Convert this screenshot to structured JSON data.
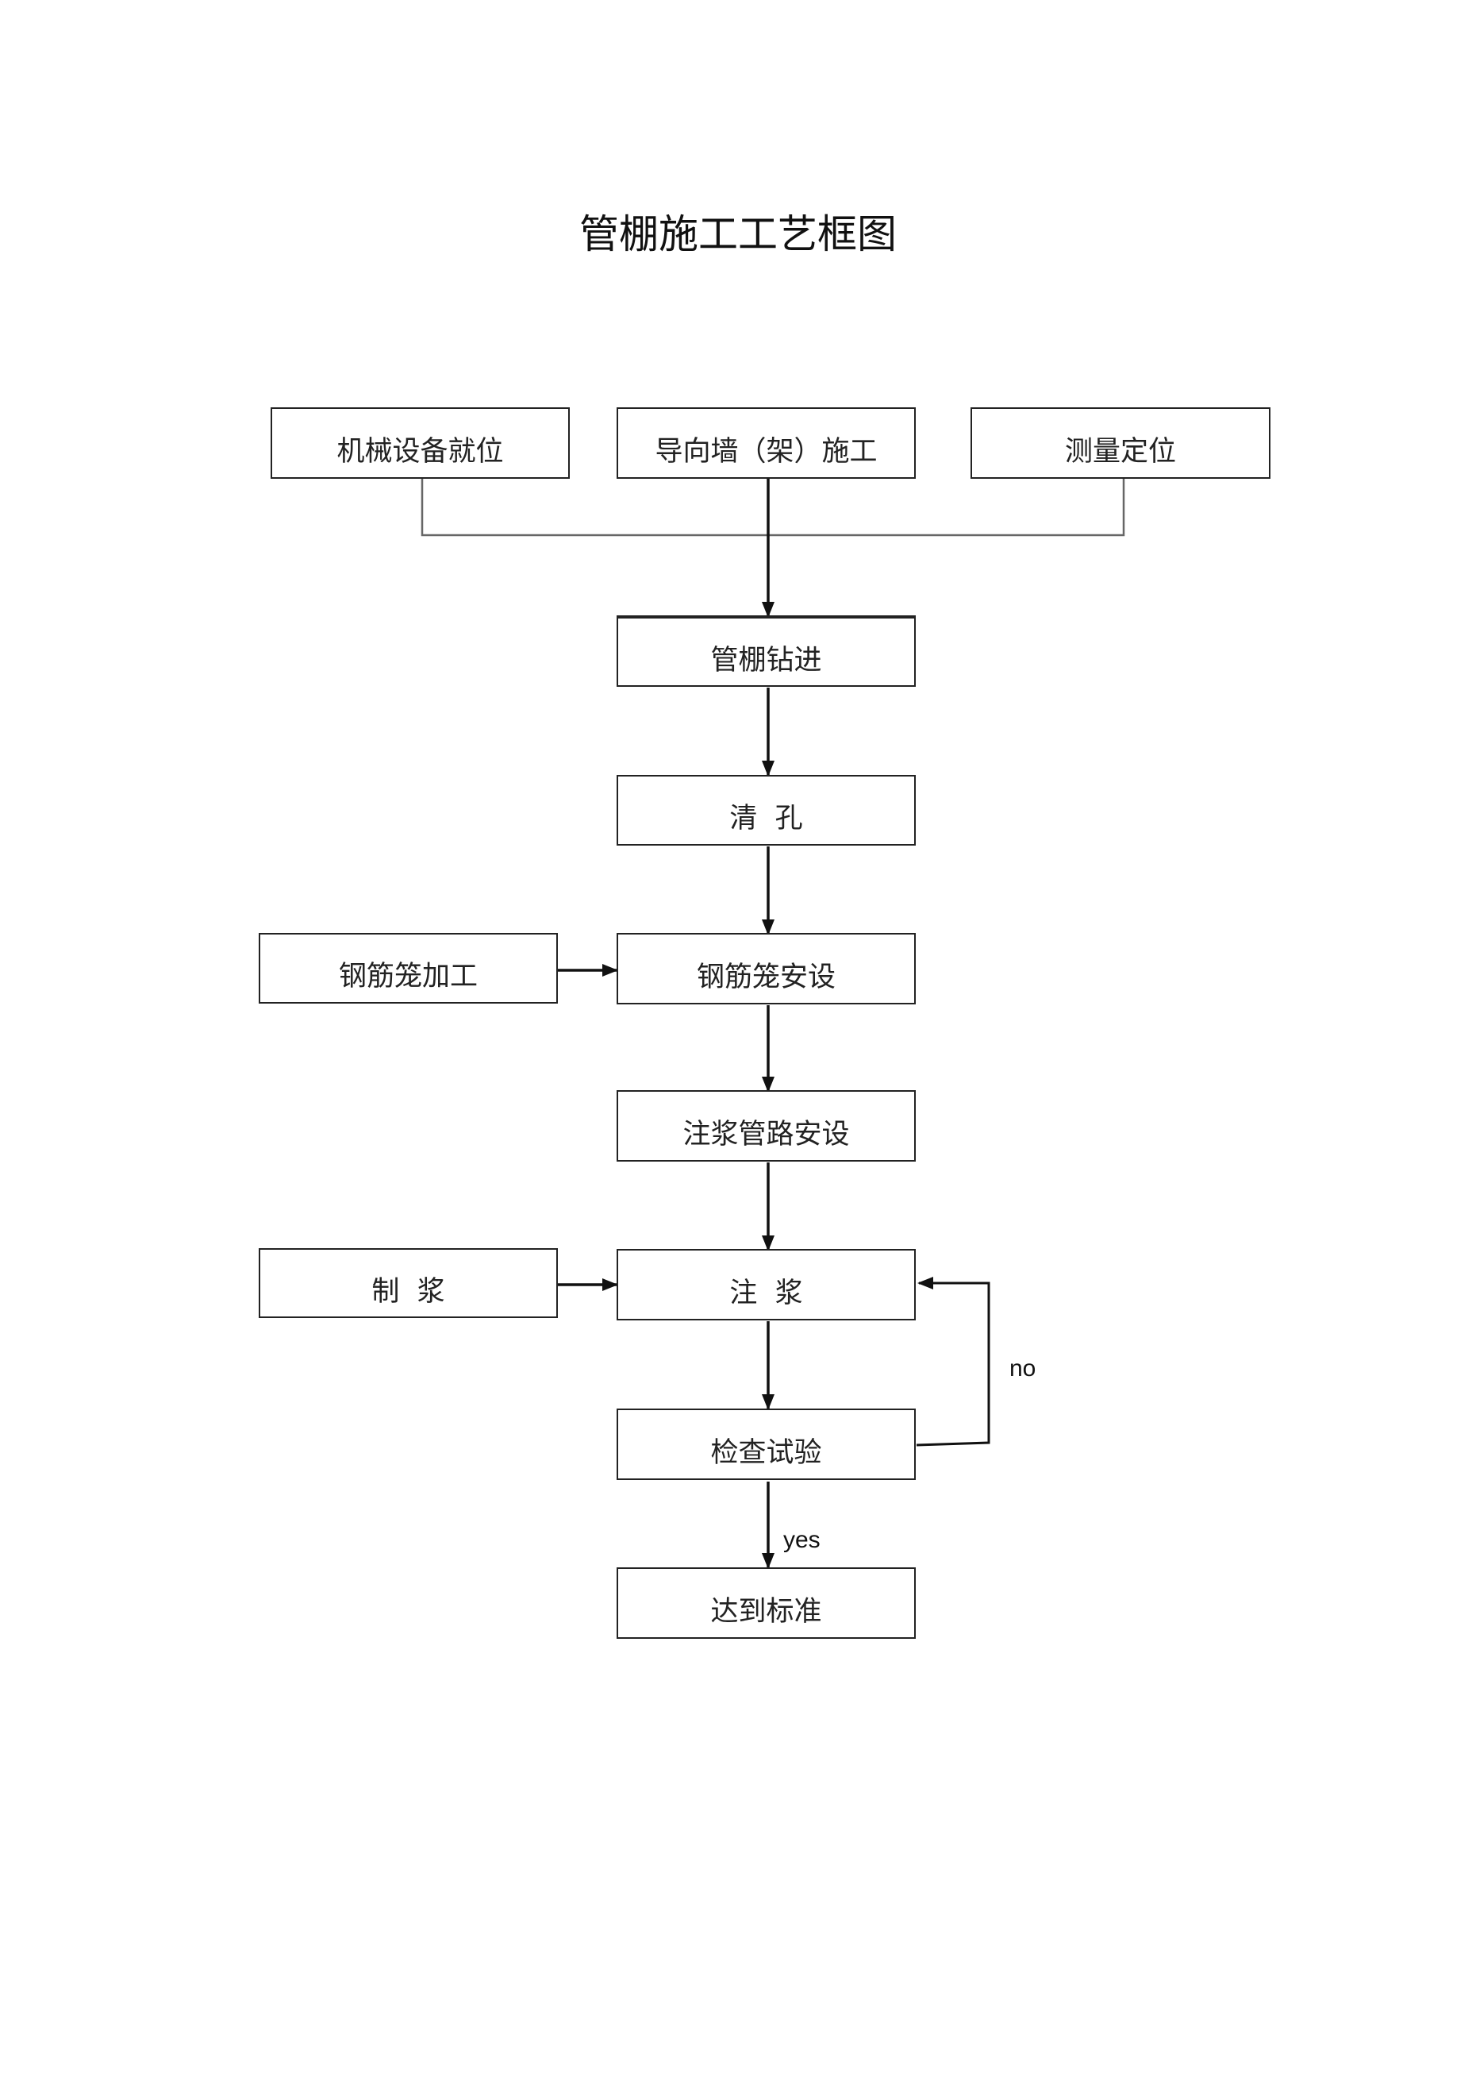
{
  "title": "管棚施工工艺框图",
  "nodes": {
    "machine_setup": "机械设备就位",
    "guide_wall": "导向墙（架）施工",
    "survey": "测量定位",
    "drilling": "管棚钻进",
    "hole_cleaning": "清  孔",
    "cage_processing": "钢筋笼加工",
    "cage_install": "钢筋笼安设",
    "grout_pipe_install": "注浆管路安设",
    "grout_mixing": "制  浆",
    "grouting": "注  浆",
    "inspection": "检查试验",
    "standard_met": "达到标准"
  },
  "edge_labels": {
    "no": "no",
    "yes": "yes"
  }
}
